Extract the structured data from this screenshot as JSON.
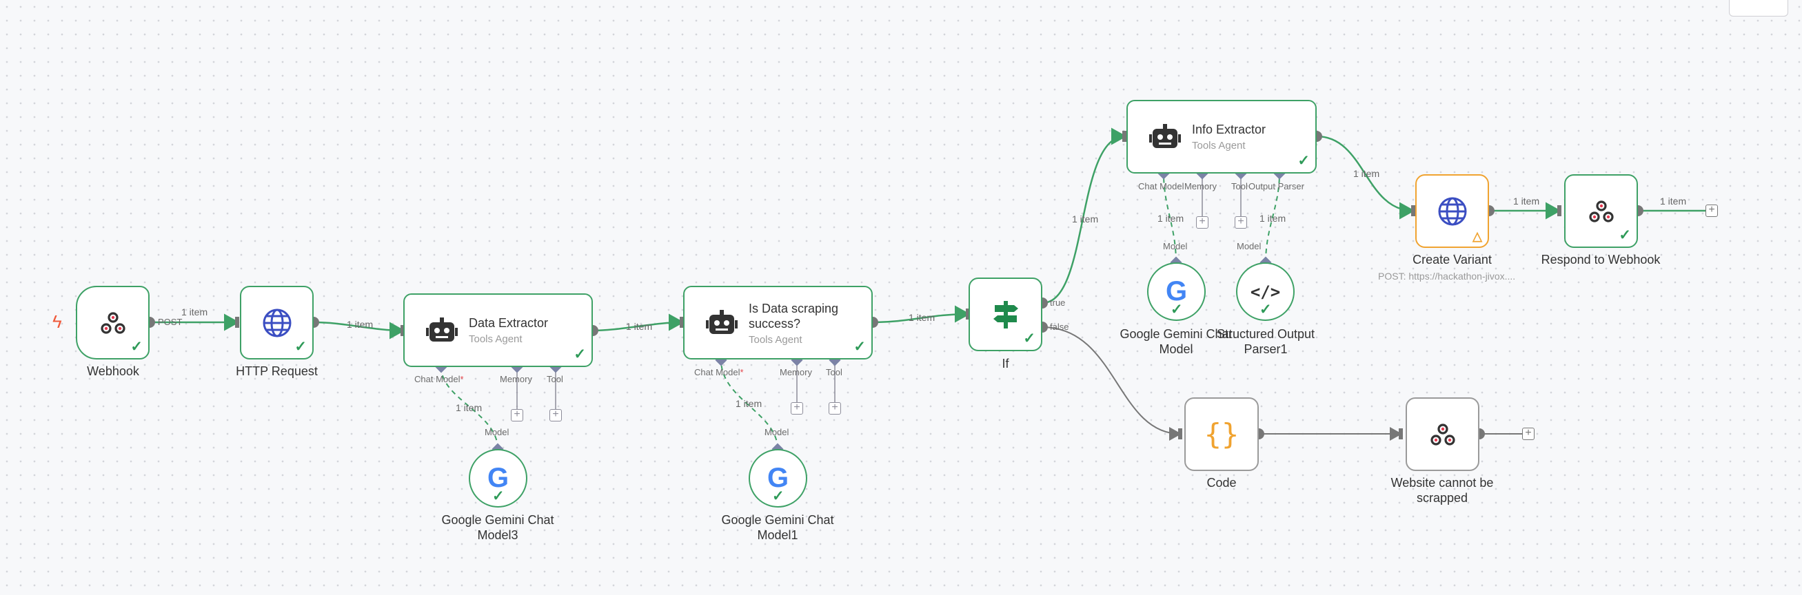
{
  "nodes": {
    "webhook": {
      "label": "Webhook",
      "output": "POST"
    },
    "http_request": {
      "label": "HTTP Request"
    },
    "data_extractor": {
      "title": "Data Extractor",
      "subtitle": "Tools Agent",
      "ports": {
        "chat_model": "Chat Model",
        "memory": "Memory",
        "tool": "Tool"
      }
    },
    "gemini3": {
      "label": "Google Gemini Chat Model3",
      "port": "Model"
    },
    "is_scraping": {
      "title": "Is Data scraping success?",
      "subtitle": "Tools Agent",
      "ports": {
        "chat_model": "Chat Model",
        "memory": "Memory",
        "tool": "Tool"
      }
    },
    "gemini1": {
      "label": "Google Gemini Chat Model1",
      "port": "Model"
    },
    "if": {
      "label": "If",
      "out_true": "true",
      "out_false": "false"
    },
    "info_extractor": {
      "title": "Info Extractor",
      "subtitle": "Tools Agent",
      "ports": {
        "chat_model": "Chat Model",
        "memory": "Memory",
        "tool": "Tool",
        "output_parser": "Output Parser"
      }
    },
    "gemini": {
      "label": "Google Gemini Chat Model",
      "port": "Model"
    },
    "structured_parser": {
      "label": "Structured Output Parser1",
      "port": "Model"
    },
    "create_variant": {
      "label": "Create Variant",
      "subtitle": "POST: https://hackathon-jivox...."
    },
    "respond_webhook": {
      "label": "Respond to Webhook"
    },
    "code": {
      "label": "Code"
    },
    "website_scrapped": {
      "label": "Website cannot be scrapped"
    }
  },
  "edges": {
    "item_count": "1 item",
    "required_marker": "*"
  },
  "colors": {
    "success": "#3ea166",
    "warning": "#f0a330",
    "port": "#7b83a6",
    "edge_grey": "#777777",
    "trigger": "#ef5a3b"
  },
  "icons": {
    "webhook": "webhook-icon",
    "http": "globe-icon",
    "agent": "robot-icon",
    "google": "google-g-icon",
    "if": "signpost-icon",
    "code": "braces-icon",
    "parser": "code-icon"
  }
}
